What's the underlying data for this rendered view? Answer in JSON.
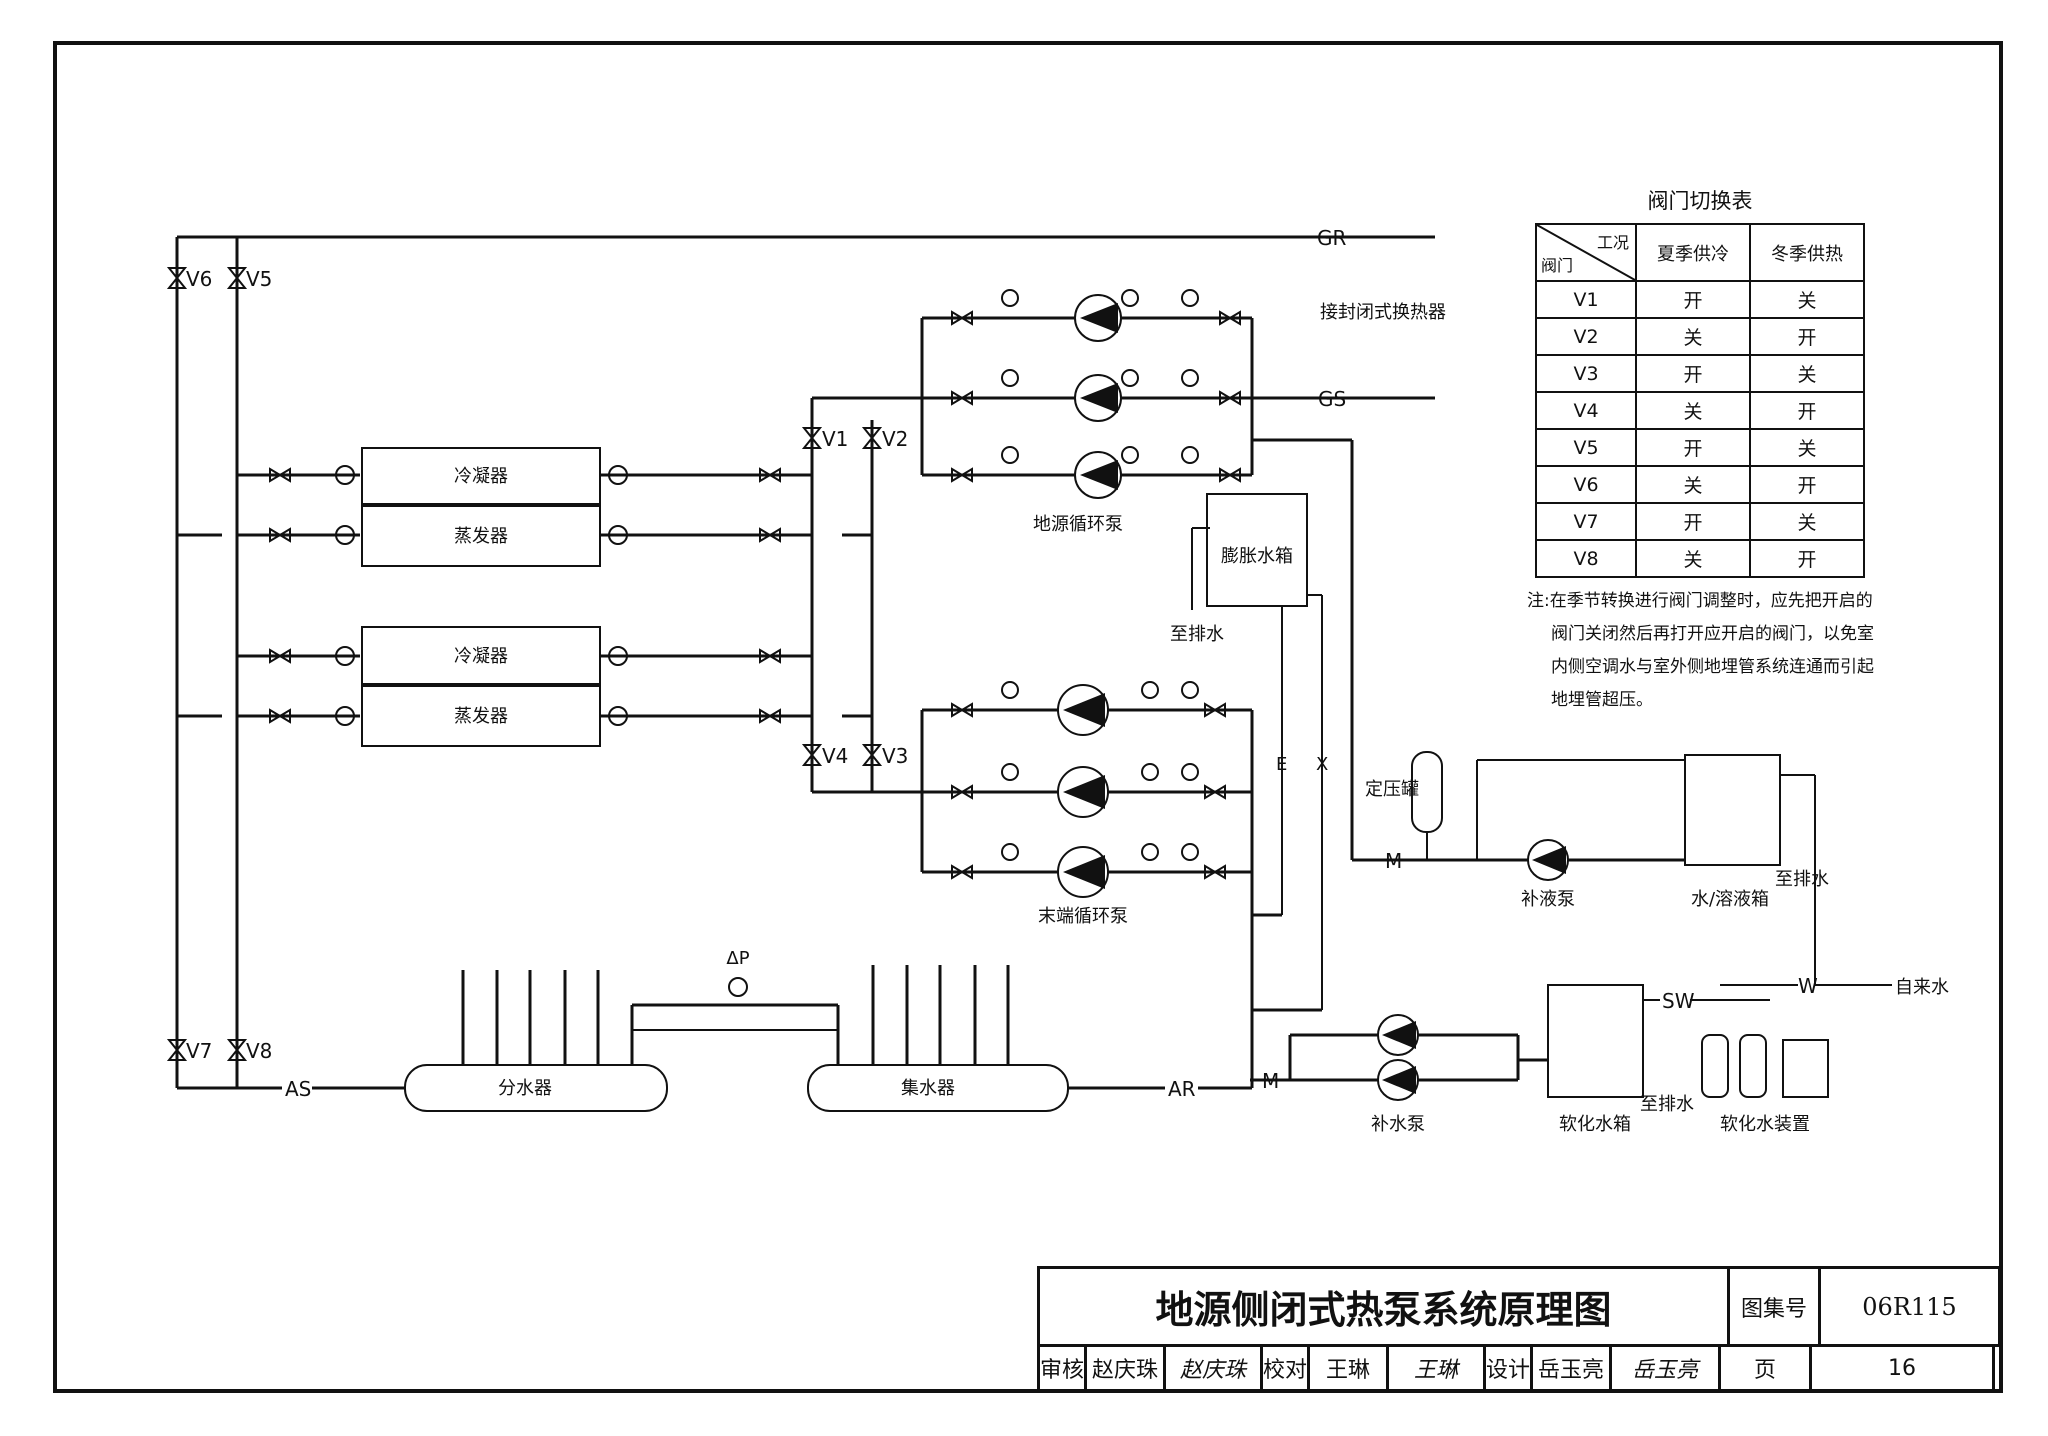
{
  "drawing": {
    "pipe_labels": {
      "gr": "GR",
      "gs": "GS",
      "as": "AS",
      "ar": "AR",
      "sw": "SW",
      "w": "W",
      "m1": "M",
      "m2": "M"
    },
    "valve_labels": {
      "v1": "V1",
      "v2": "V2",
      "v3": "V3",
      "v4": "V4",
      "v5": "V5",
      "v6": "V6",
      "v7": "V7",
      "v8": "V8"
    },
    "components": {
      "condenser_1": "冷凝器",
      "evaporator_1": "蒸发器",
      "condenser_2": "冷凝器",
      "evaporator_2": "蒸发器",
      "ground_pump": "地源循环泵",
      "terminal_pump": "末端循环泵",
      "expansion_tank": "膨胀水箱",
      "to_drain_1": "至排水",
      "closed_hx": "接封闭式换热器",
      "pressure_tank": "定压罐",
      "liquid_pump": "补液泵",
      "solution_tank": "水/溶液箱",
      "to_drain_2": "至排水",
      "water_distributor": "分水器",
      "water_collector": "集水器",
      "makeup_pump": "补水泵",
      "soft_tank": "软化水箱",
      "to_drain_3": "至排水",
      "softener": "软化水装置",
      "tap_water": "自来水",
      "line_e": "E",
      "line_x": "X",
      "dp": "ΔP"
    }
  },
  "valve_table": {
    "title": "阀门切换表",
    "header": {
      "condition": "工况",
      "valve": "阀门",
      "summer": "夏季供冷",
      "winter": "冬季供热"
    },
    "rows": [
      {
        "valve": "V1",
        "summer": "开",
        "winter": "关"
      },
      {
        "valve": "V2",
        "summer": "关",
        "winter": "开"
      },
      {
        "valve": "V3",
        "summer": "开",
        "winter": "关"
      },
      {
        "valve": "V4",
        "summer": "关",
        "winter": "开"
      },
      {
        "valve": "V5",
        "summer": "开",
        "winter": "关"
      },
      {
        "valve": "V6",
        "summer": "关",
        "winter": "开"
      },
      {
        "valve": "V7",
        "summer": "开",
        "winter": "关"
      },
      {
        "valve": "V8",
        "summer": "关",
        "winter": "开"
      }
    ]
  },
  "note": {
    "line1": "注:在季节转换进行阀门调整时，应先把开启的",
    "line2": "阀门关闭然后再打开应开启的阀门，以免室",
    "line3": "内侧空调水与室外侧地埋管系统连通而引起",
    "line4": "地埋管超压。"
  },
  "title_block": {
    "title": "地源侧闭式热泵系统原理图",
    "atlas_label": "图集号",
    "atlas_no": "06R115",
    "review_label": "审核",
    "reviewer": "赵庆珠",
    "reviewer_sig": "赵庆珠",
    "check_label": "校对",
    "checker": "王琳",
    "checker_sig": "王琳",
    "design_label": "设计",
    "designer": "岳玉亮",
    "designer_sig": "岳玉亮",
    "page_label": "页",
    "page_no": "16"
  }
}
